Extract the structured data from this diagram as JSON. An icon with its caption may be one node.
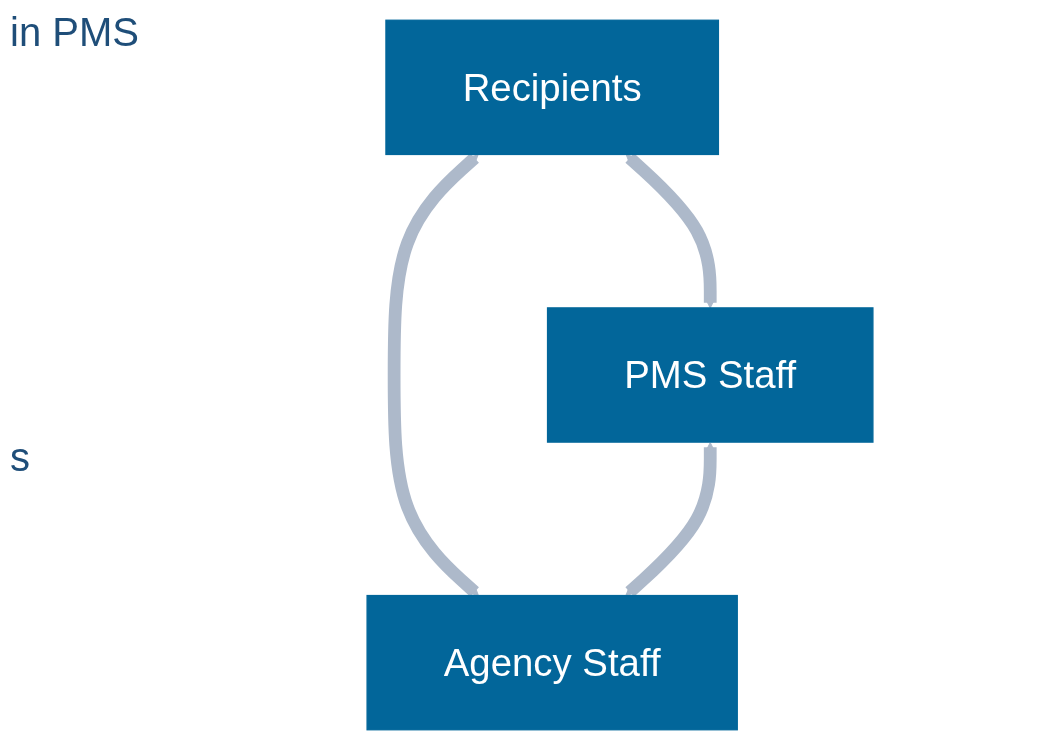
{
  "diagram": {
    "nodes": [
      {
        "text": [
          "Recipients"
        ]
      },
      {
        "text": [
          "PMS Staff"
        ]
      },
      {
        "text": [
          "Agency Staff"
        ]
      }
    ],
    "edges": [
      {
        "from": 0,
        "to": 1,
        "arrow": "both"
      },
      {
        "from": 0,
        "to": 2,
        "arrow": "both"
      },
      {
        "from": 1,
        "to": 2,
        "arrow": "both"
      }
    ],
    "labels": [
      "in PMS",
      "s"
    ]
  }
}
